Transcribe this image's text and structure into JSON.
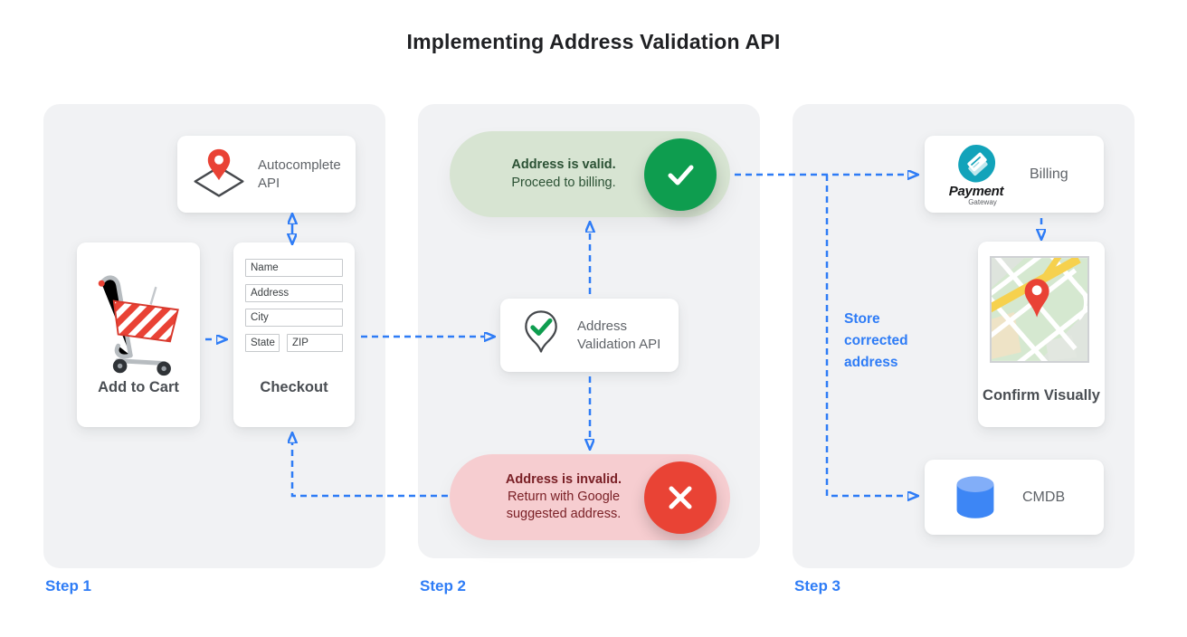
{
  "title": "Implementing Address Validation API",
  "steps": {
    "step1": "Step 1",
    "step2": "Step 2",
    "step3": "Step 3"
  },
  "step1": {
    "autocomplete_card": {
      "label": "Autocomplete API"
    },
    "cart_card": {
      "label": "Add to Cart"
    },
    "checkout_card": {
      "label": "Checkout",
      "fields": [
        {
          "placeholder": "Name"
        },
        {
          "placeholder": "Address"
        },
        {
          "placeholder": "City"
        },
        {
          "placeholder": "State"
        },
        {
          "placeholder": "ZIP"
        }
      ]
    }
  },
  "step2": {
    "valid_pill": {
      "title": "Address is valid.",
      "subtitle": "Proceed to billing."
    },
    "validation_card": {
      "label": "Address Validation API"
    },
    "invalid_pill": {
      "title": "Address is invalid.",
      "subtitle": "Return with Google suggested address."
    }
  },
  "step3": {
    "billing_card": {
      "label": "Billing",
      "logo_title": "Payment",
      "logo_subtitle": "Gateway"
    },
    "confirm_card": {
      "label": "Confirm Visually"
    },
    "cmdb_card": {
      "label": "CMDB"
    },
    "store_note": "Store corrected address"
  },
  "icons": {
    "autocomplete-api-icon": "red map pin over diamond outline",
    "shopping-cart-icon": "red striped shopping cart",
    "validation-pin-icon": "pin outline with green checkmark",
    "check-circle-icon": "white check in green circle",
    "x-circle-icon": "white cross in red circle",
    "payment-gateway-logo": "teal blob with credit cards",
    "map-thumbnail-icon": "street map with red pin",
    "database-icon": "blue cylinder"
  },
  "colors": {
    "accent_blue": "#2E7CF6",
    "panel_bg": "#F1F2F4",
    "green_circle": "#0E9D4F",
    "green_pill_bg": "#D7E4D2",
    "green_text": "#2B5134",
    "red_circle": "#E94335",
    "red_pill_bg": "#F6CDD0",
    "red_text": "#7A2026",
    "pin_red": "#E94235",
    "cmdb_blue": "#3D86F5",
    "payment_teal": "#12A3BA"
  }
}
